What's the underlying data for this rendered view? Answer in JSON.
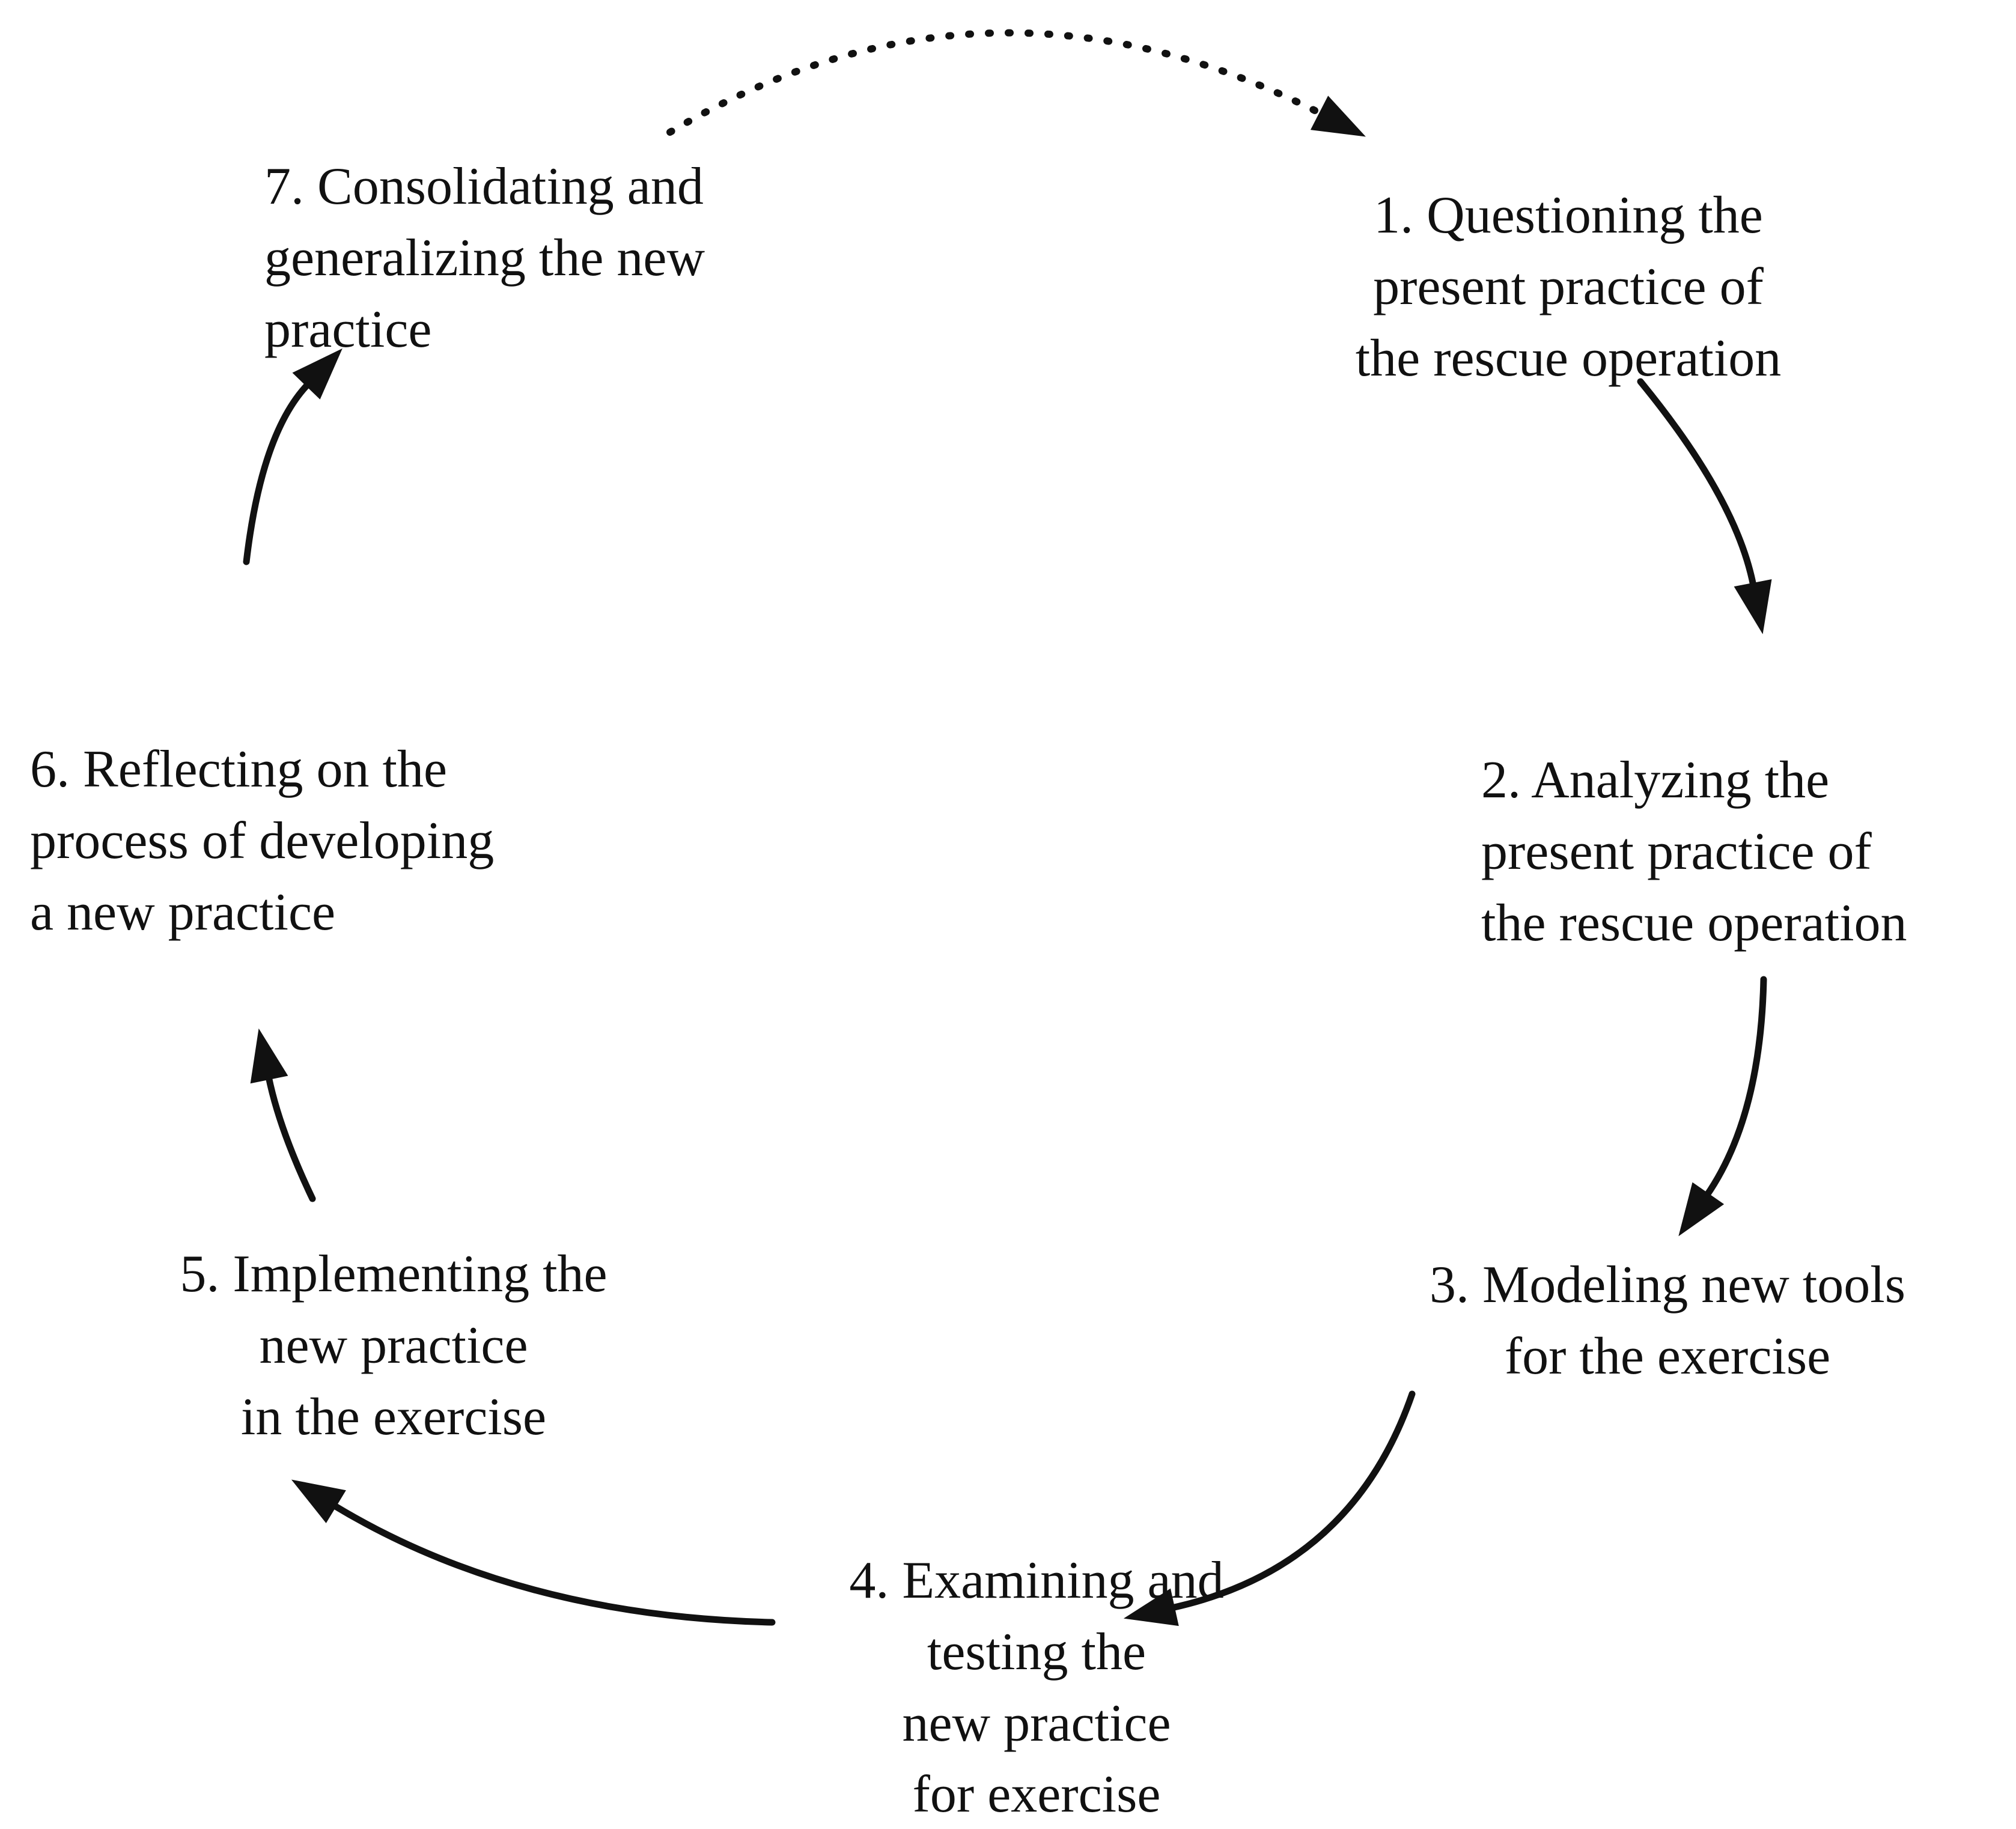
{
  "figure": {
    "background_color": "#ffffff",
    "ink_color": "#111111",
    "type": "cyclical-process-diagram",
    "step_count": 7
  },
  "steps": [
    {
      "id": "1",
      "label": "1. Questioning the\npresent practice of\nthe rescue operation"
    },
    {
      "id": "2",
      "label": "2. Analyzing the\npresent practice of\nthe rescue operation"
    },
    {
      "id": "3",
      "label": "3. Modeling new tools\nfor the exercise"
    },
    {
      "id": "4",
      "label": "4. Examining and\ntesting the\nnew practice\nfor exercise"
    },
    {
      "id": "5",
      "label": "5. Implementing the\nnew practice\nin the exercise"
    },
    {
      "id": "6",
      "label": "6. Reflecting on the\nprocess of developing\na new practice"
    },
    {
      "id": "7",
      "label": "7. Consolidating and\ngeneralizing the new\npractice"
    }
  ],
  "arrows": [
    {
      "from": "7",
      "to": "1",
      "style": "dotted"
    },
    {
      "from": "1",
      "to": "2",
      "style": "solid"
    },
    {
      "from": "2",
      "to": "3",
      "style": "solid"
    },
    {
      "from": "3",
      "to": "4",
      "style": "solid"
    },
    {
      "from": "4",
      "to": "5",
      "style": "solid"
    },
    {
      "from": "5",
      "to": "6",
      "style": "solid"
    },
    {
      "from": "6",
      "to": "7",
      "style": "solid"
    }
  ]
}
